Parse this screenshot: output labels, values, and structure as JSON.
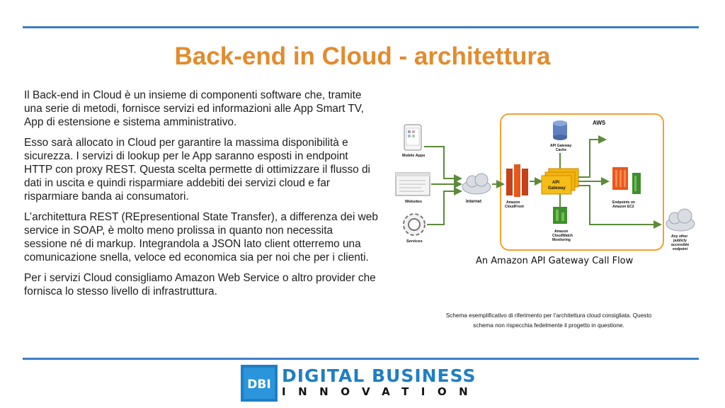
{
  "slide": {
    "title": "Back-end in Cloud - architettura",
    "paragraphs": [
      "Il Back-end in Cloud è un insieme di componenti software che, tramite una serie di metodi, fornisce servizi ed informazioni alle App Smart TV, App di estensione e sistema amministrativo.",
      "Esso sarà allocato in Cloud per garantire la massima disponibilità e sicurezza. I servizi di lookup per le App saranno esposti in endpoint HTTP con proxy REST. Questa scelta permette di ottimizzare il flusso di dati in uscita e quindi risparmiare addebiti dei servizi cloud e far risparmiare banda ai consumatori.",
      "L’architettura REST (REpresentional State Transfer), a differenza dei web service in SOAP, è molto meno prolissa in quanto non necessita sessione né di markup. Integrandola a JSON lato client otterremo una comunicazione snella, veloce ed economica sia per noi che per i clienti.",
      "Per i servizi Cloud consigliamo Amazon Web Service o altro provider che fornisca lo stesso livello di infrastruttura."
    ]
  },
  "diagram": {
    "caption": "An Amazon API Gateway Call Flow",
    "group_label": "AWS",
    "clients": [
      "Mobile Apps",
      "Websites",
      "Services"
    ],
    "internet_label": "Internet",
    "cloudfront_label": [
      "Amazon",
      "CloudFront"
    ],
    "cache_label": [
      "API Gateway",
      "Cache"
    ],
    "gateway_label": [
      "API",
      "Gateway"
    ],
    "cloudwatch_label": [
      "Amazon",
      "CloudWatch",
      "Monitoring"
    ],
    "ec2_label": [
      "Endpoints on",
      "Amazon EC2"
    ],
    "public_label": [
      "Any other",
      "publicly",
      "accessible",
      "endpoint"
    ],
    "colors": {
      "arrow": "#5d8a3a",
      "aws_border": "#f0a232",
      "orange": "#e8581c",
      "green": "#3f8e2f",
      "gold": "#f5b40c"
    }
  },
  "note": {
    "line1": "Schema esemplificativo di riferimento per l’architettura cloud consigliata. Questo",
    "line2": "schema non rispecchia fedelmente il progetto in questione."
  },
  "logo": {
    "mark": "DBI",
    "line1": "DIGITAL BUSINESS",
    "line2": "INNOVATION"
  }
}
